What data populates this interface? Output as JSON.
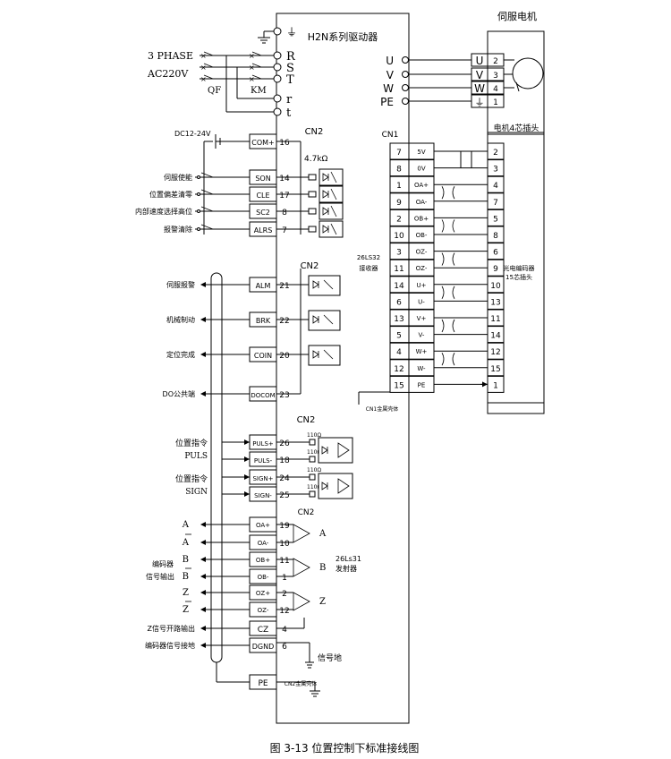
{
  "driver_title": "H2N系列驱动器",
  "motor_title": "伺服电机",
  "motor_connector": "电机4芯插头",
  "encoder_connector": "光电编码器15芯插头",
  "power": {
    "phase": "3 PHASE",
    "voltage": "AC220V",
    "qf": "QF",
    "km": "KM",
    "ground_symbol": "⏚"
  },
  "power_terminals": [
    "R",
    "S",
    "T",
    "r",
    "t"
  ],
  "motor_terminals": [
    {
      "drv": "U",
      "num": "2"
    },
    {
      "drv": "V",
      "num": "3"
    },
    {
      "drv": "W",
      "num": "4"
    },
    {
      "drv": "PE",
      "num": "1"
    }
  ],
  "motor_pe_symbol": "⏚",
  "dc_supply": "DC12-24V",
  "resistor_label": "4.7kΩ",
  "cn2_label": "CN2",
  "cn1_label": "CN1",
  "inputs": [
    {
      "label": "伺服使能",
      "sig": "SON",
      "pin": "14"
    },
    {
      "label": "位置偏差清零",
      "sig": "CLE",
      "pin": "17"
    },
    {
      "label": "内部速度选择高位",
      "sig": "SC2",
      "pin": "8"
    },
    {
      "label": "报警清除",
      "sig": "ALRS",
      "pin": "7"
    }
  ],
  "com": {
    "sig": "COM+",
    "pin": "16"
  },
  "outputs": [
    {
      "label": "伺服报警",
      "sig": "ALM",
      "pin": "21"
    },
    {
      "label": "机械制动",
      "sig": "BRK",
      "pin": "22"
    },
    {
      "label": "定位完成",
      "sig": "COIN",
      "pin": "20"
    }
  ],
  "dcom": {
    "label": "DO公共端",
    "sig": "DOCOM",
    "pin": "23"
  },
  "pulse": [
    {
      "sig": "PULS+",
      "pin": "26"
    },
    {
      "sig": "PULS-",
      "pin": "18"
    },
    {
      "sig": "SIGN+",
      "pin": "24"
    },
    {
      "sig": "SIGN-",
      "pin": "25"
    }
  ],
  "pulse_labels": [
    {
      "l1": "位置指令",
      "l2": "PULS"
    },
    {
      "l1": "位置指令",
      "l2": "SIGN"
    }
  ],
  "r110": "110Ω",
  "enc_out": [
    {
      "sig": "OA+",
      "pin": "19",
      "ext": "A"
    },
    {
      "sig": "OA-",
      "pin": "10",
      "ext": "A"
    },
    {
      "sig": "OB+",
      "pin": "11",
      "ext": "B"
    },
    {
      "sig": "OB-",
      "pin": "1",
      "ext": "B"
    },
    {
      "sig": "OZ+",
      "pin": "2",
      "ext": "Z"
    },
    {
      "sig": "OZ-",
      "pin": "12",
      "ext": "Z"
    }
  ],
  "enc_out_label": [
    "编码器",
    "信号输出"
  ],
  "driver_chip": [
    "26Ls31",
    "发射器"
  ],
  "cz": {
    "label": "Z信号开路输出",
    "sig": "CZ",
    "pin": "4"
  },
  "dgnd": {
    "label": "编码器信号接地",
    "sig": "DGND",
    "pin": "6"
  },
  "signal_ground": "信号地",
  "pe": {
    "sig": "PE",
    "note": "CN2金属壳体"
  },
  "cn1_note": "CN1金属壳体",
  "receiver_chip": [
    "26LS32",
    "接收器"
  ],
  "cn1_pins": [
    {
      "pin": "7",
      "sig": "5V",
      "m": "2"
    },
    {
      "pin": "8",
      "sig": "0V",
      "m": "3"
    },
    {
      "pin": "1",
      "sig": "OA+",
      "m": "4"
    },
    {
      "pin": "9",
      "sig": "OA-",
      "m": "7"
    },
    {
      "pin": "2",
      "sig": "OB+",
      "m": "5"
    },
    {
      "pin": "10",
      "sig": "OB-",
      "m": "8"
    },
    {
      "pin": "3",
      "sig": "OZ-",
      "m": "6"
    },
    {
      "pin": "11",
      "sig": "OZ-",
      "m": "9"
    },
    {
      "pin": "14",
      "sig": "U+",
      "m": "10"
    },
    {
      "pin": "6",
      "sig": "U-",
      "m": "13"
    },
    {
      "pin": "13",
      "sig": "V+",
      "m": "11"
    },
    {
      "pin": "5",
      "sig": "V-",
      "m": "14"
    },
    {
      "pin": "4",
      "sig": "W+",
      "m": "12"
    },
    {
      "pin": "12",
      "sig": "W-",
      "m": "15"
    },
    {
      "pin": "15",
      "sig": "PE",
      "m": "1"
    }
  ],
  "caption": "图 3-13    位置控制下标准接线图"
}
